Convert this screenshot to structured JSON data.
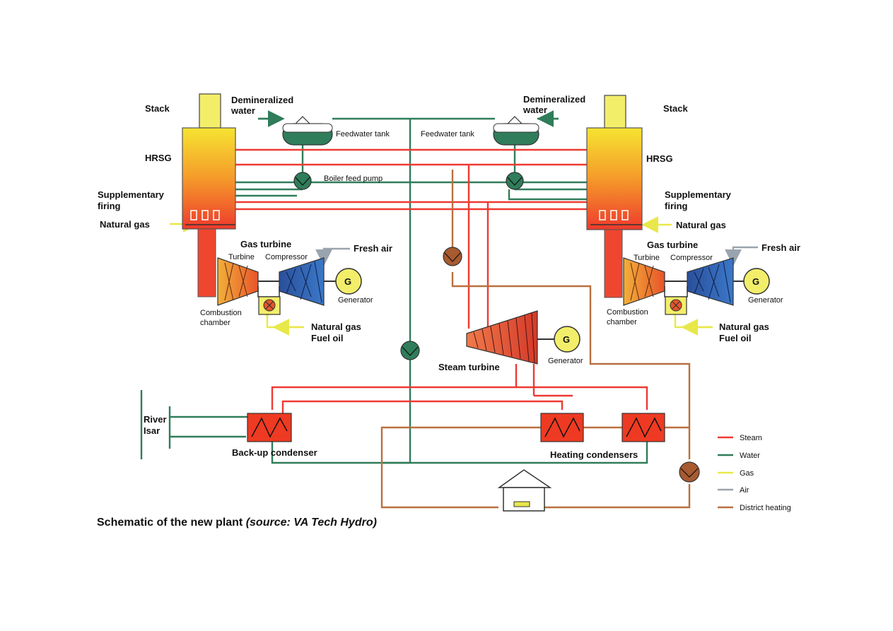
{
  "labels": {
    "stack_left": "Stack",
    "stack_right": "Stack",
    "demin_left_1": "Demineralized",
    "demin_left_2": "water",
    "demin_right_1": "Demineralized",
    "demin_right_2": "water",
    "feedwater_left": "Feedwater tank",
    "feedwater_right": "Feedwater tank",
    "hrsg_left": "HRSG",
    "hrsg_right": "HRSG",
    "boiler_feed_pump": "Boiler feed pump",
    "supp_left_1": "Supplementary",
    "supp_left_2": "firing",
    "supp_right_1": "Supplementary",
    "supp_right_2": "firing",
    "natgas_left": "Natural gas",
    "natgas_right": "Natural gas",
    "gt_left": "Gas turbine",
    "gt_right": "Gas turbine",
    "turbine_left": "Turbine",
    "turbine_right": "Turbine",
    "compressor_left": "Compressor",
    "compressor_right": "Compressor",
    "fresh_air_left": "Fresh air",
    "fresh_air_right": "Fresh air",
    "gen_symbol": "G",
    "generator_left": "Generator",
    "generator_right": "Generator",
    "generator_center": "Generator",
    "combustion_left_1": "Combustion",
    "combustion_left_2": "chamber",
    "combustion_right_1": "Combustion",
    "combustion_right_2": "chamber",
    "fuel_left_1": "Natural gas",
    "fuel_left_2": "Fuel oil",
    "fuel_right_1": "Natural gas",
    "fuel_right_2": "Fuel oil",
    "steam_turbine": "Steam turbine",
    "river_1": "River",
    "river_2": "Isar",
    "backup_condenser": "Back-up condenser",
    "heating_condensers": "Heating condensers"
  },
  "legend": [
    {
      "label": "Steam",
      "color": "#ee3a32"
    },
    {
      "label": "Water",
      "color": "#2f7d5a"
    },
    {
      "label": "Gas",
      "color": "#e8e84a"
    },
    {
      "label": "Air",
      "color": "#9aa4ae"
    },
    {
      "label": "District heating",
      "color": "#b9703f"
    }
  ],
  "caption": {
    "main": "Schematic of the new plant ",
    "source": "(source: VA Tech Hydro)"
  }
}
